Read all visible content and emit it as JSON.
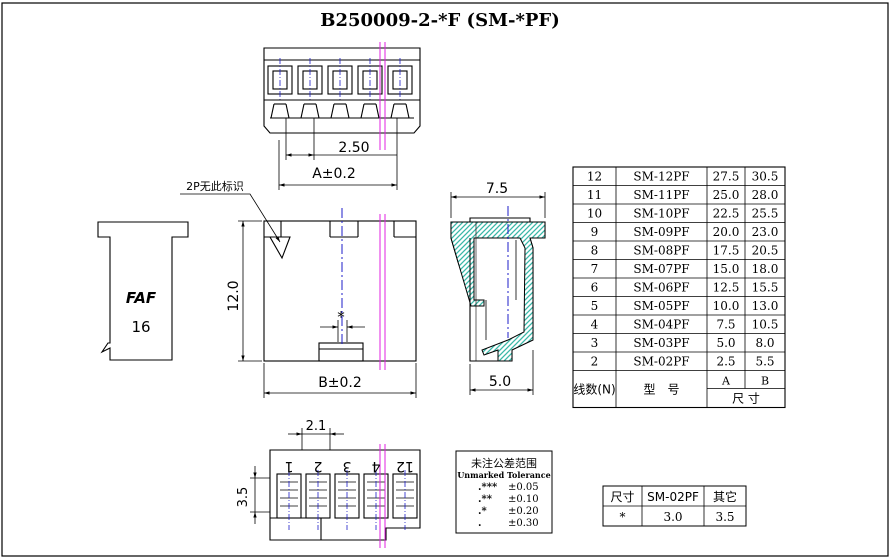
{
  "title": "B250009-2-*F (SM-*PF)",
  "dimensions": {
    "pitch": "2.50",
    "a_tol": "A±0.2",
    "b_tol": "B±0.2",
    "height": "12.0",
    "depth": "7.5",
    "side_bottom": "5.0",
    "star": "*",
    "bottom_pitch": "2.1",
    "bottom_height": "3.5"
  },
  "callout": "2P无此标识",
  "side_label": {
    "logo": "FAF",
    "number": "16"
  },
  "pin_labels": [
    "1",
    "2",
    "3",
    "4",
    "12"
  ],
  "model_table": {
    "rows": [
      [
        "12",
        "SM-12PF",
        "27.5",
        "30.5"
      ],
      [
        "11",
        "SM-11PF",
        "25.0",
        "28.0"
      ],
      [
        "10",
        "SM-10PF",
        "22.5",
        "25.5"
      ],
      [
        "9",
        "SM-09PF",
        "20.0",
        "23.0"
      ],
      [
        "8",
        "SM-08PF",
        "17.5",
        "20.5"
      ],
      [
        "7",
        "SM-07PF",
        "15.0",
        "18.0"
      ],
      [
        "6",
        "SM-06PF",
        "12.5",
        "15.5"
      ],
      [
        "5",
        "SM-05PF",
        "10.0",
        "13.0"
      ],
      [
        "4",
        "SM-04PF",
        "7.5",
        "10.5"
      ],
      [
        "3",
        "SM-03PF",
        "5.0",
        "8.0"
      ],
      [
        "2",
        "SM-02PF",
        "2.5",
        "5.5"
      ]
    ],
    "header_lines": "线数(N)",
    "header_model": "型　号",
    "header_a": "A",
    "header_b": "B",
    "header_size": "尺 寸"
  },
  "tolerance": {
    "title": "未注公差范围",
    "subtitle": "Unmarked Tolerance",
    "rows": [
      [
        ".***",
        "±0.05"
      ],
      [
        ".**",
        "±0.10"
      ],
      [
        ".*",
        "±0.20"
      ],
      [
        ".",
        "±0.30"
      ]
    ]
  },
  "small_table": {
    "headers": [
      "尺寸",
      "SM-02PF",
      "其它"
    ],
    "values": [
      "*",
      "3.0",
      "3.5"
    ]
  },
  "colors": {
    "line": "#000000",
    "centerline": "#1c1cc8",
    "cut_line": "#e020e0",
    "hatch": "#39b7a8"
  }
}
